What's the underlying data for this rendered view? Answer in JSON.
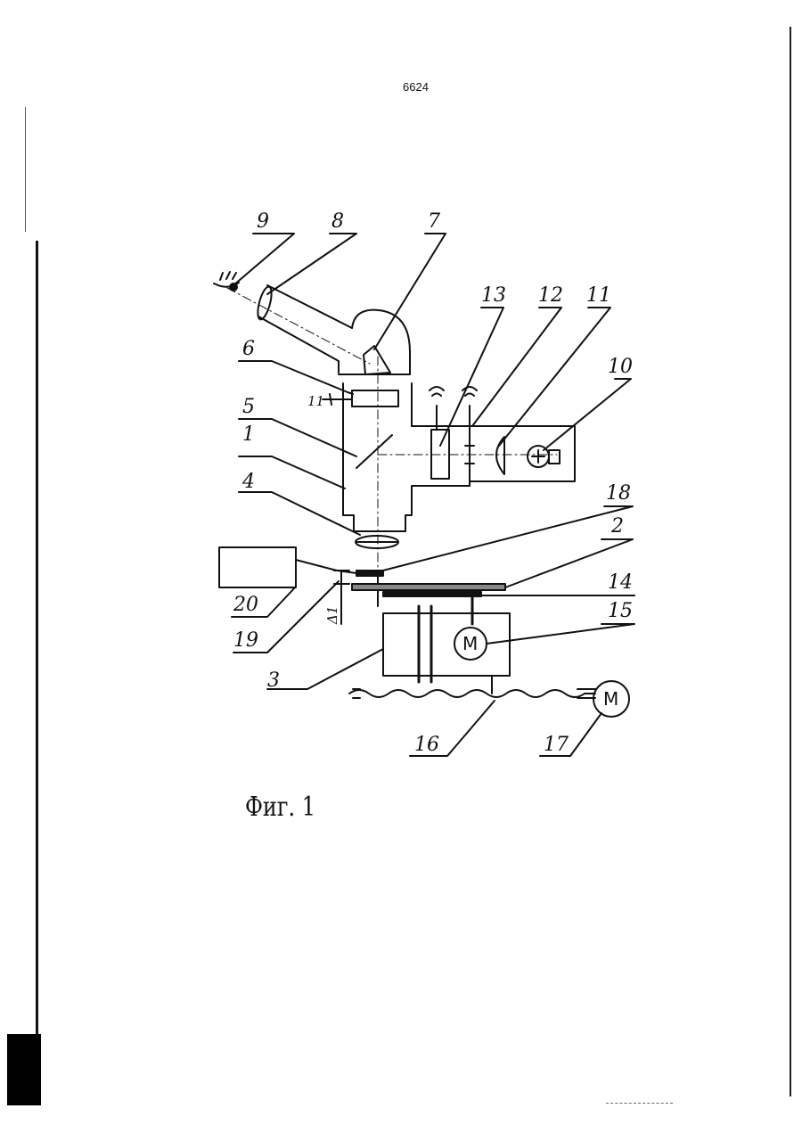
{
  "page_number": "6624",
  "caption": "Фиг. 1",
  "motor_symbol": "M",
  "dimension_label": "Δ1",
  "callouts": [
    "1",
    "2",
    "3",
    "4",
    "5",
    "6",
    "7",
    "8",
    "9",
    "10",
    "11",
    "12",
    "13",
    "14",
    "15",
    "16",
    "17",
    "18",
    "19",
    "20"
  ],
  "light_ray_mark": "11"
}
